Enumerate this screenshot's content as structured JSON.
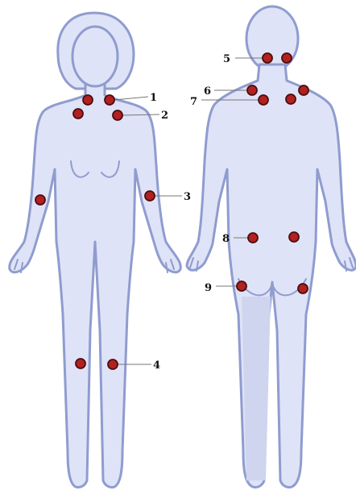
{
  "colors": {
    "body_fill": "#dfe3f7",
    "body_stroke": "#8f9ccf",
    "point_fill": "#b32020",
    "point_stroke": "#4a0e0e",
    "leader_line": "#777777",
    "label_text": "#111111"
  },
  "labels": {
    "l1": "1",
    "l2": "2",
    "l3": "3",
    "l4": "4",
    "l5": "5",
    "l6": "6",
    "l7": "7",
    "l8": "8",
    "l9": "9"
  }
}
